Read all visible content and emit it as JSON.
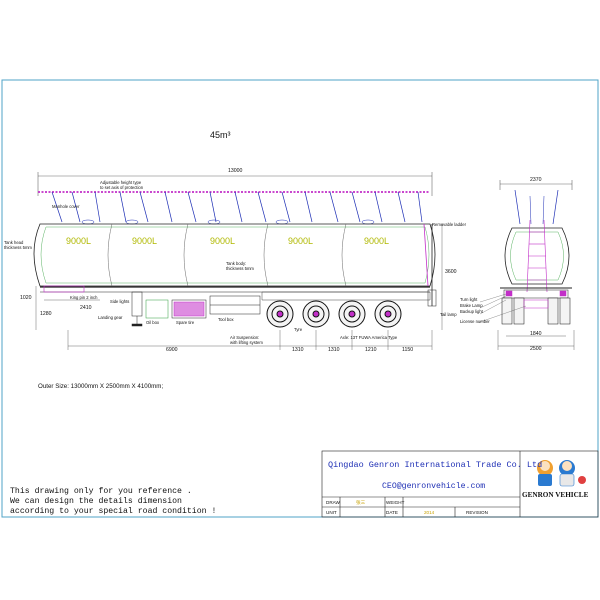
{
  "drawing": {
    "capacity_label": "45m³",
    "outer_size": "Outer Size: 13000mm X 2500mm X 4100mm;",
    "compartments": [
      "9000L",
      "9000L",
      "9000L",
      "9000L",
      "9000L"
    ],
    "side_dims": {
      "overall_length": "13000",
      "height_total": "3600",
      "front_low": "1020",
      "front_mid": "1280",
      "front_offset": "2410",
      "rear_frame": "6900",
      "axle_1": "1310",
      "axle_2": "1310",
      "axle_3": "1210",
      "rear_overhang": "1150"
    },
    "rear_dims": {
      "width_top": "2370",
      "track": "1840",
      "width_bottom": "2500"
    },
    "callouts": {
      "adjustable_guard": "Adjustable height type",
      "adjustable_guard_2": "to set axis of protection",
      "manhole": "Manhole cover",
      "tank_head": "Tank head",
      "tank_head_2": "thickness 5mm",
      "kingpin": "King pin 2 inch",
      "side_lights": "Side lights",
      "landing_gear": "Landing gear",
      "oil_box": "Oil box",
      "spare_tire": "Spare tire",
      "tool_box": "Tool box",
      "tank_body": "Tank body:",
      "tank_body_2": "thickness 5mm",
      "air_susp": "Air Suspension:",
      "air_susp_2": "with lifting system",
      "axle": "Axle: 13T FUWA America Type",
      "tyre": "Tyre",
      "removable_ladder": "Removable ladder",
      "tail_lamp": "Tail lamp",
      "turn_light": "Turn light",
      "brake_lamp": "Brake Lamp",
      "backup_light": "Backup light",
      "license_number": "License number"
    }
  },
  "notice": {
    "line1": "This drawing only for you reference .",
    "line2": "We can design the details dimension",
    "line3": "according to your special road condition !"
  },
  "title_block": {
    "company": "Qingdao Genron International Trade Co. Ltd",
    "email": "CEO@genronvehicle.com",
    "brand": "GENRON VEHICLE",
    "draw_label": "DRAW",
    "weight_label": "WEIGHT",
    "unit_label": "UNIT",
    "date_label": "DATE",
    "revision_label": "REVISION",
    "draw_value": "张三",
    "date_value": "2014"
  },
  "colors": {
    "frame": "#4fa3c7",
    "blue": "#1e2fb5",
    "green": "#2e9e3a",
    "magenta": "#c22fc8",
    "yellow": "#c8b200"
  }
}
